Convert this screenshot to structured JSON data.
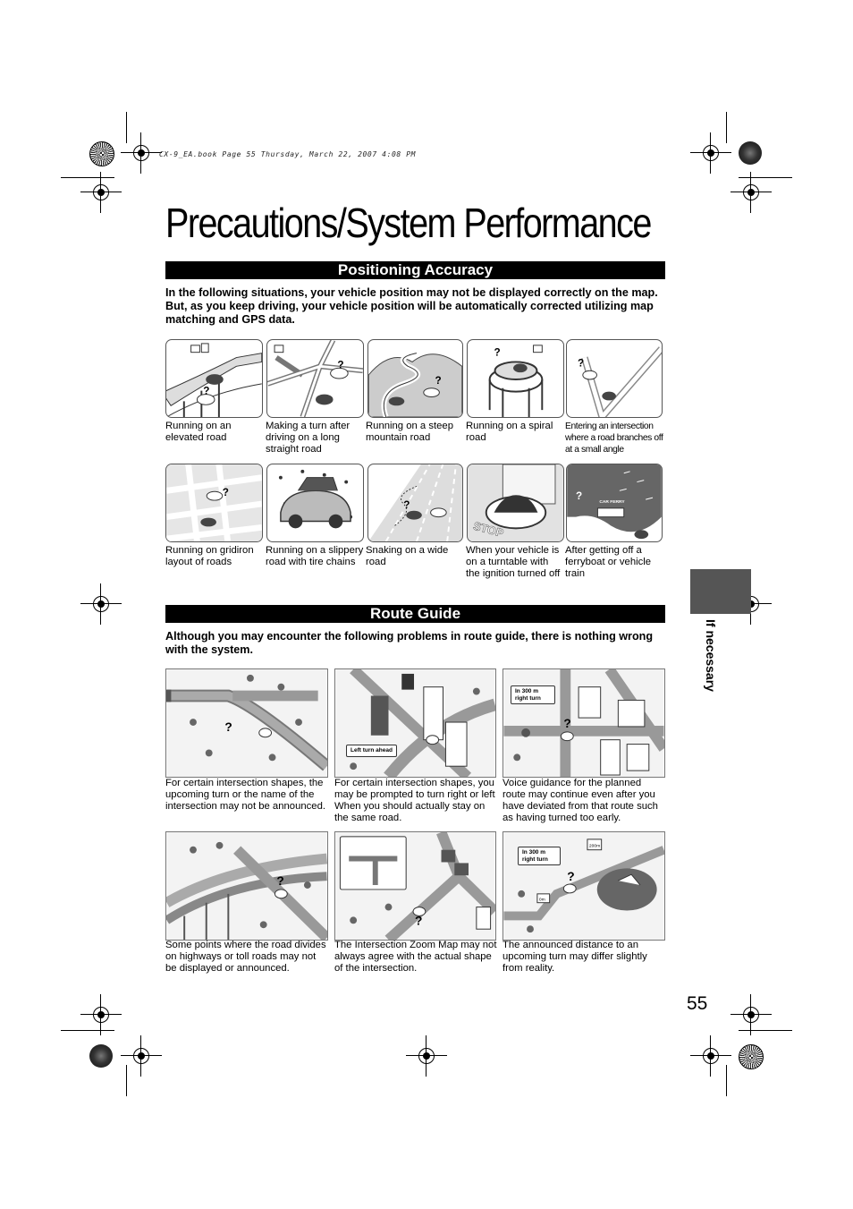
{
  "print_header": "CX-9_EA.book  Page 55  Thursday, March 22, 2007  4:08 PM",
  "title": "Precautions/System Performance",
  "positioning": {
    "heading": "Positioning Accuracy",
    "intro": "In the following situations, your vehicle position may not be displayed correctly on the map. But, as you keep driving, your vehicle position will be automatically corrected utilizing map matching and GPS data.",
    "situations": [
      {
        "caption": "Running on an elevated road",
        "icon": "elevated-road-icon"
      },
      {
        "caption": "Making a turn after driving on a long straight road",
        "icon": "long-straight-turn-icon"
      },
      {
        "caption": "Running on a steep mountain road",
        "icon": "mountain-road-icon"
      },
      {
        "caption": "Running on a spiral road",
        "icon": "spiral-road-icon"
      },
      {
        "caption": "Entering an intersection where a road branches off at a small angle",
        "icon": "small-angle-branch-icon"
      },
      {
        "caption": "Running on gridiron layout of roads",
        "icon": "gridiron-roads-icon"
      },
      {
        "caption": "Running on a slippery road with tire chains",
        "icon": "tire-chains-icon"
      },
      {
        "caption": "Snaking on a wide road",
        "icon": "wide-road-icon"
      },
      {
        "caption": "When your vehicle is on a turntable with the ignition turned off",
        "icon": "turntable-icon"
      },
      {
        "caption": "After getting off a ferryboat or vehicle train",
        "icon": "ferry-icon"
      }
    ],
    "labels": {
      "stop": "STOP",
      "car_ferry": "CAR FERRY"
    }
  },
  "route_guide": {
    "heading": "Route Guide",
    "intro": "Although you may encounter the following problems in route guide, there is nothing wrong with the system.",
    "items": [
      {
        "caption": "For certain intersection shapes, the upcoming turn or the name of the intersection may not be announced.",
        "icon": "unannounced-turn-icon"
      },
      {
        "caption": "For certain intersection shapes, you may be prompted to turn right or left When you should actually stay on the same road.",
        "icon": "wrong-prompt-icon",
        "callout": "Left turn ahead"
      },
      {
        "caption": "Voice guidance for the planned route may continue even after you have deviated from that route such as having turned too early.",
        "icon": "voice-guidance-icon",
        "callout": "In 300 m right turn"
      },
      {
        "caption": "Some points where the road divides on highways or toll roads may not be displayed or announced.",
        "icon": "highway-divide-icon"
      },
      {
        "caption": "The Intersection Zoom Map may not always agree with the actual shape of the intersection.",
        "icon": "zoom-map-icon"
      },
      {
        "caption": "The announced distance to an upcoming turn may differ slightly from reality.",
        "icon": "distance-icon",
        "callout": "In 300 m right turn",
        "signs": [
          "0m",
          "200m"
        ]
      }
    ]
  },
  "side_tab": "If necessary",
  "page_number": "55"
}
